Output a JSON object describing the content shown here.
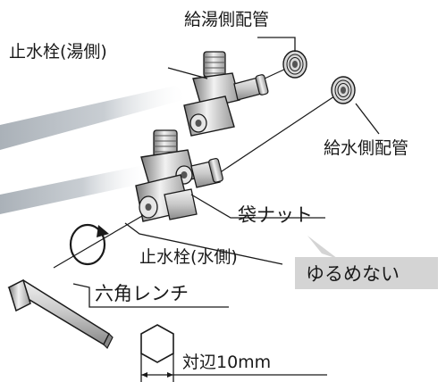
{
  "labels": {
    "hot_pipe": "給湯側配管",
    "hot_valve": "止水栓(湯側)",
    "cold_pipe": "給水側配管",
    "bag_nut": "袋ナット",
    "cold_valve": "止水栓(水側)",
    "do_not_loosen": "ゆるめない",
    "hex_wrench": "六角レンチ",
    "across_flats": "対辺10mm"
  },
  "colors": {
    "line": "#1a1a1a",
    "callout_bg": "#d4d4d4",
    "beam": "#c8cdd2",
    "metal_dark": "#8a8a8a",
    "metal_light": "#ededed"
  }
}
